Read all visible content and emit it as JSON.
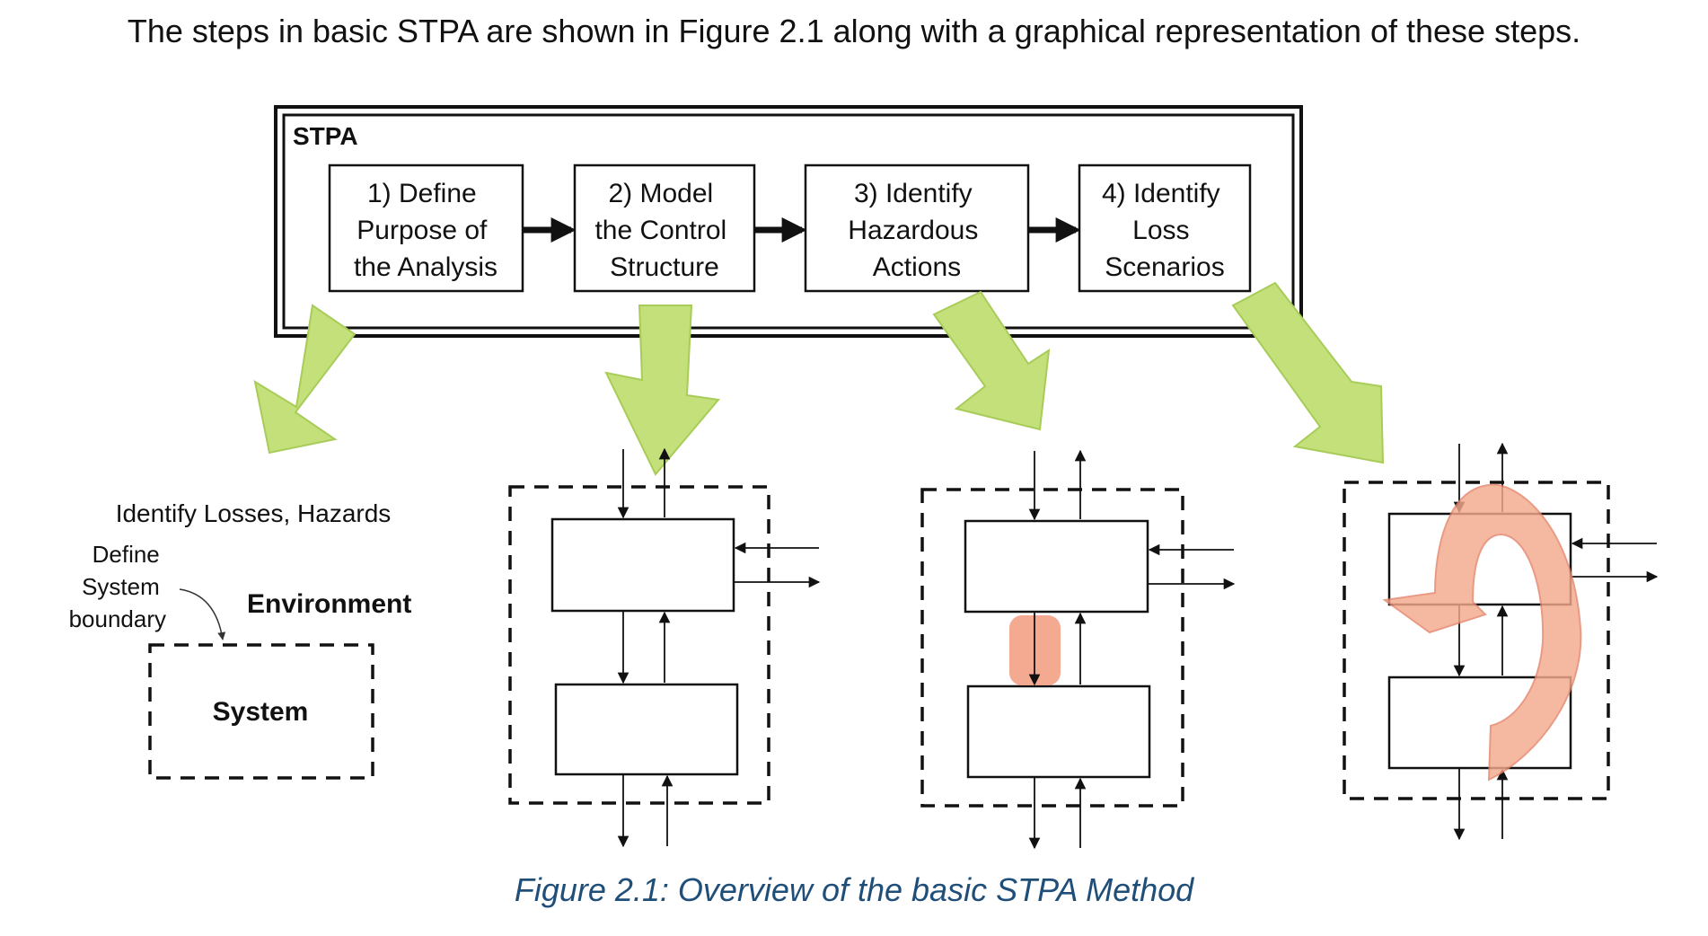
{
  "intro_text": "The steps in basic STPA are shown in Figure 2.1 along with a graphical representation of these steps.",
  "diagram": {
    "frame_label": "STPA",
    "steps": [
      {
        "lines": [
          "1) Define",
          "Purpose of",
          "the Analysis"
        ]
      },
      {
        "lines": [
          "2) Model",
          "the Control",
          "Structure"
        ]
      },
      {
        "lines": [
          "3) Identify",
          "Hazardous",
          "Actions"
        ]
      },
      {
        "lines": [
          "4) Identify",
          "Loss",
          "Scenarios"
        ]
      }
    ],
    "step1_detail": {
      "heading": "Identify Losses, Hazards",
      "define_lines": [
        "Define",
        "System",
        "boundary"
      ],
      "environment_label": "Environment",
      "system_label": "System"
    }
  },
  "caption": "Figure 2.1: Overview of the basic STPA Method",
  "colors": {
    "green_arrow": "#c3e07a",
    "green_arrow_stroke": "#a8cc58",
    "hazard_highlight": "#f2a184",
    "scenario_loop": "#f4a98c",
    "caption": "#1f4e79"
  }
}
